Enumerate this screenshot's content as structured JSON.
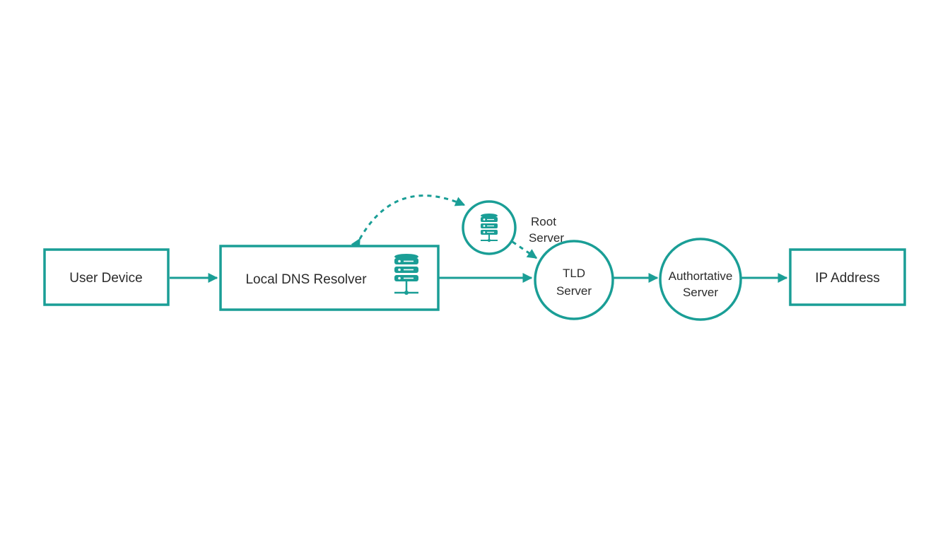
{
  "accent_color": "#1a9e96",
  "nodes": {
    "user_device": {
      "label": "User Device"
    },
    "local_resolver": {
      "label": "Local DNS Resolver",
      "icon": "database-server-icon"
    },
    "root_server": {
      "label_line1": "Root",
      "label_line2": "Server",
      "icon": "database-server-icon"
    },
    "tld_server": {
      "label_line1": "TLD",
      "label_line2": "Server"
    },
    "authoritative_server": {
      "label_line1": "Authortative",
      "label_line2": "Server"
    },
    "ip_address": {
      "label": "IP Address"
    }
  },
  "edges": [
    {
      "from": "User Device",
      "to": "Local DNS Resolver",
      "style": "solid"
    },
    {
      "from": "Local DNS Resolver",
      "to": "Root Server",
      "style": "dashed",
      "bidirectional": true
    },
    {
      "from": "Root Server",
      "to": "TLD Server",
      "style": "dashed"
    },
    {
      "from": "Local DNS Resolver",
      "to": "TLD Server",
      "style": "solid"
    },
    {
      "from": "TLD Server",
      "to": "Authortative Server",
      "style": "solid"
    },
    {
      "from": "Authortative Server",
      "to": "IP Address",
      "style": "solid"
    }
  ]
}
